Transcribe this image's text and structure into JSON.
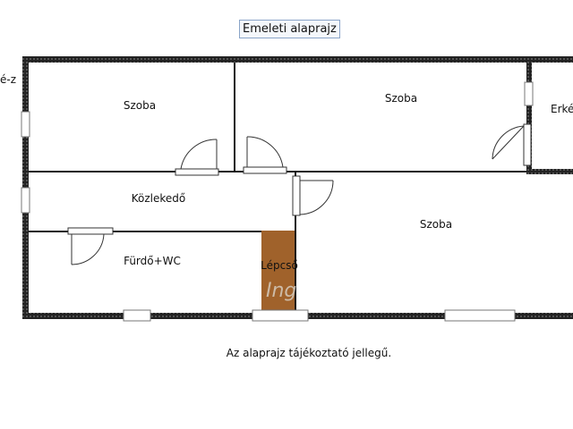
{
  "title": "Emeleti alaprajz",
  "edge_label": "é-z",
  "rooms": {
    "room_top_left": "Szoba",
    "room_top_middle": "Szoba",
    "balcony": "Erkél",
    "hallway": "Közlekedő",
    "bathroom": "Fürdő+WC",
    "staircase": "Lépcső",
    "room_large": "Szoba"
  },
  "watermark": "Ing",
  "note": "Az alaprajz tájékoztató jellegű.",
  "colors": {
    "wall": "#1a1a1a",
    "staircase_fill": "#a0622b",
    "title_border": "#8aa4c8"
  }
}
